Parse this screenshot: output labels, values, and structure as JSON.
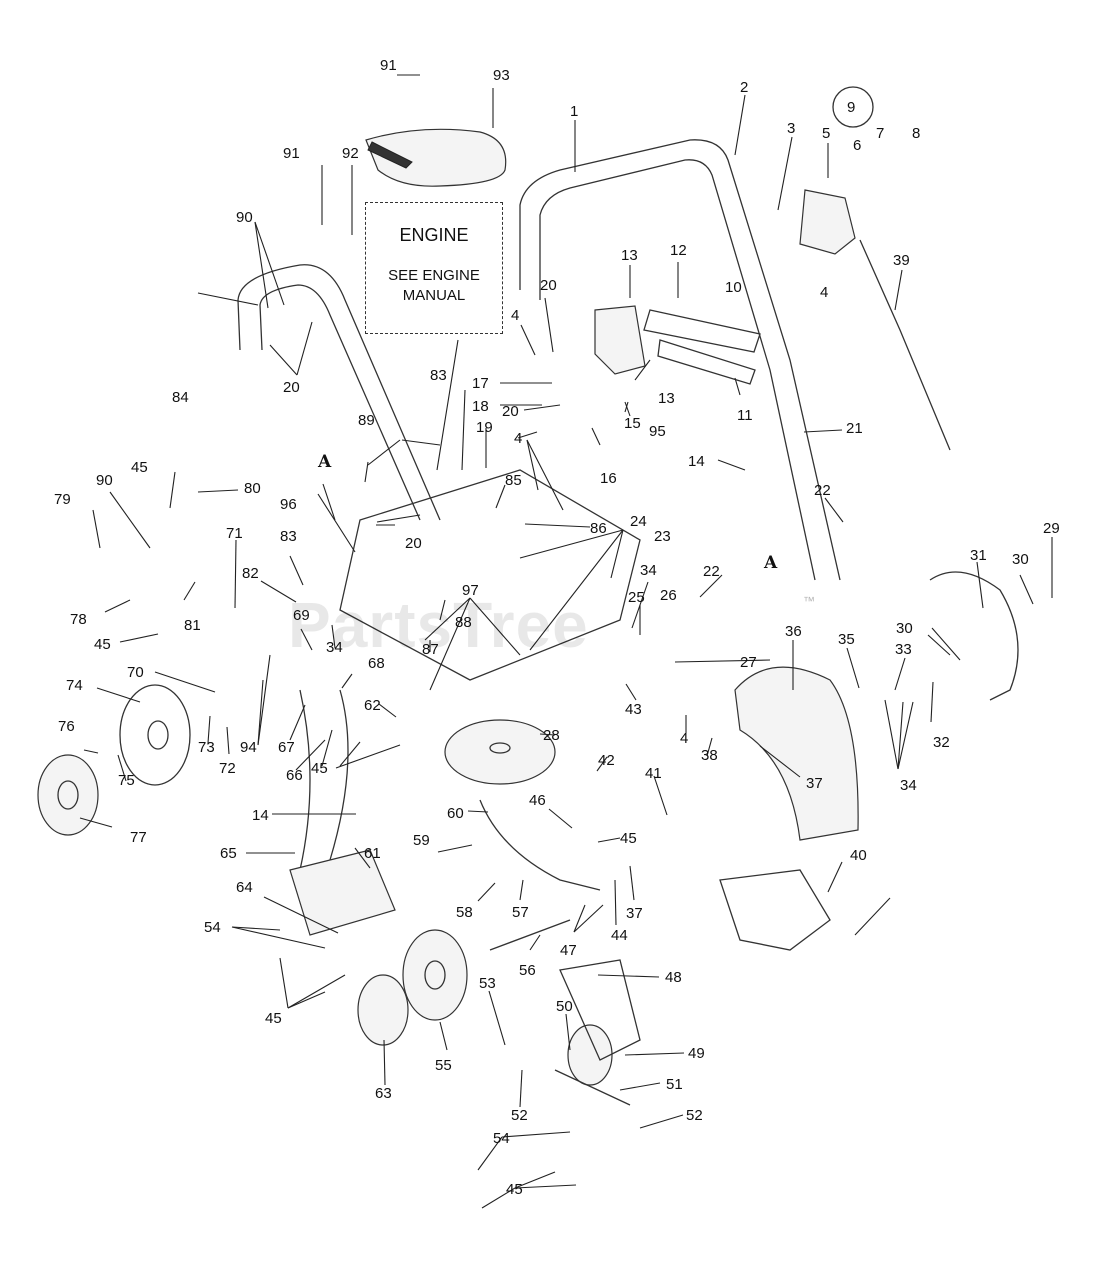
{
  "engine_box": {
    "title": "ENGINE",
    "note": "SEE ENGINE MANUAL"
  },
  "watermark": {
    "text": "PartsTree",
    "tm": "™"
  },
  "section_marks": [
    "A",
    "A"
  ],
  "callouts": [
    "91",
    "93",
    "1",
    "2",
    "3",
    "9",
    "5",
    "6",
    "7",
    "8",
    "91",
    "92",
    "90",
    "20",
    "4",
    "13",
    "12",
    "10",
    "39",
    "4",
    "20",
    "17",
    "18",
    "20",
    "13",
    "11",
    "15",
    "19",
    "95",
    "84",
    "83",
    "4",
    "89",
    "16",
    "21",
    "14",
    "45",
    "80",
    "79",
    "90",
    "85",
    "86",
    "22",
    "24",
    "23",
    "96",
    "20",
    "A",
    "A",
    "29",
    "71",
    "82",
    "83",
    "30",
    "31",
    "69",
    "34",
    "97",
    "34",
    "25",
    "26",
    "22",
    "88",
    "87",
    "81",
    "78",
    "45",
    "36",
    "35",
    "30",
    "33",
    "70",
    "68",
    "27",
    "74",
    "43",
    "4",
    "62",
    "67",
    "73",
    "72",
    "94",
    "28",
    "66",
    "32",
    "45",
    "76",
    "75",
    "42",
    "38",
    "41",
    "14",
    "60",
    "46",
    "45",
    "37",
    "34",
    "77",
    "65",
    "61",
    "59",
    "40",
    "58",
    "57",
    "37",
    "64",
    "47",
    "44",
    "54",
    "56",
    "48",
    "45",
    "55",
    "53",
    "50",
    "49",
    "63",
    "51",
    "52",
    "52",
    "54",
    "45"
  ]
}
